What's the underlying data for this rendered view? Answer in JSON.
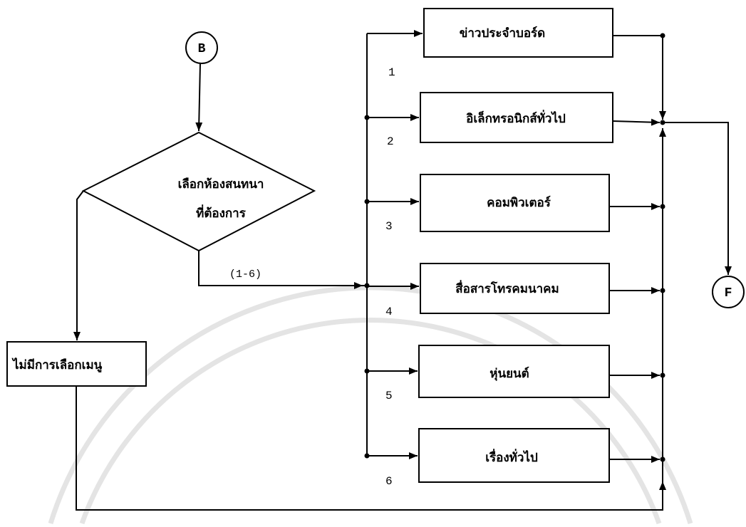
{
  "connectors": {
    "start": "B",
    "end": "F"
  },
  "decision": {
    "line1": "เลือกห้องสนทนา",
    "line2": "ที่ต้องการ"
  },
  "no_selection_box": "ไม่มีการเลือกเมนู",
  "range_label": "(1-6)",
  "rooms": [
    {
      "number": "1",
      "label": "ข่าวประจำบอร์ด"
    },
    {
      "number": "2",
      "label": "อิเล็กทรอนิกส์ทั่วไป"
    },
    {
      "number": "3",
      "label": "คอมพิวเตอร์"
    },
    {
      "number": "4",
      "label": "สื่อสารโทรคมนาคม"
    },
    {
      "number": "5",
      "label": "หุ่นยนต์"
    },
    {
      "number": "6",
      "label": "เรื่องทั่วไป"
    }
  ],
  "colors": {
    "stroke": "#000000",
    "background": "#ffffff",
    "watermark": "#e4e4e4"
  }
}
